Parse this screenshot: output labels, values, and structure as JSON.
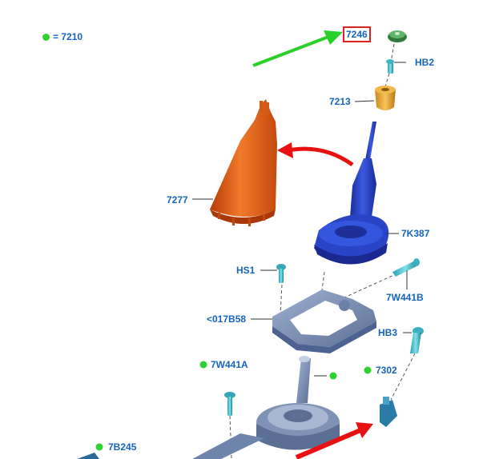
{
  "legend": {
    "marker_color": "#2ed12e",
    "text": "= 7210"
  },
  "callouts": {
    "c7246": "7246",
    "hb2": "HB2",
    "c7213": "7213",
    "c7277": "7277",
    "c7k387": "7K387",
    "hs1": "HS1",
    "c7w441b": "7W441B",
    "c017b58": "<017B58",
    "hb3": "HB3",
    "c7w441a": "7W441A",
    "c7302": "7302",
    "c7b245": "7B245"
  },
  "colors": {
    "label": "#1565c0",
    "highlight_box": "#e02020",
    "arrow_green": "#28d028",
    "arrow_red": "#e81010",
    "boot_orange": "#e8601c",
    "part_blue": "#2a44c8",
    "bracket_gray": "#7f93b5"
  },
  "icons": [
    "green-dot-marker",
    "green-arrow",
    "red-arrow"
  ]
}
